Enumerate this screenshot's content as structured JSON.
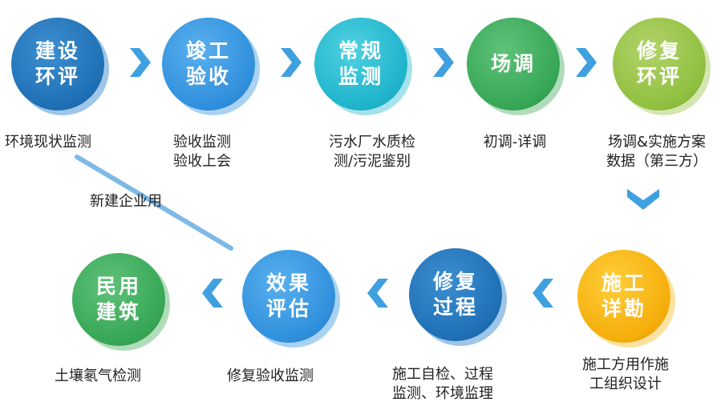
{
  "steps": [
    {
      "id": "s1",
      "title": "建设\n环评",
      "caption": "环境现状监测",
      "colors": {
        "light": "#3d8fd0",
        "base": "#1f6fb5",
        "dark": "#185a95",
        "ring": "#9dc6e8"
      }
    },
    {
      "id": "s2",
      "title": "竣工\n验收",
      "caption": "验收监测\n验收上会",
      "colors": {
        "light": "#5ab0ee",
        "base": "#2f8fdc",
        "dark": "#2174bd",
        "ring": "#a9d2f2"
      }
    },
    {
      "id": "s3",
      "title": "常规\n监测",
      "caption": "污水厂水质检\n测/污泥鉴别",
      "colors": {
        "light": "#4fd1e0",
        "base": "#1fb3cc",
        "dark": "#1597ae",
        "ring": "#a5e2ea"
      }
    },
    {
      "id": "s4",
      "title": "场调",
      "caption": "初调-详调",
      "colors": {
        "light": "#5fc179",
        "base": "#36a655",
        "dark": "#2a8a44",
        "ring": "#b1dcbb"
      }
    },
    {
      "id": "s5",
      "title": "修复\n环评",
      "caption": "场调&实施方案\n数据（第三方）",
      "colors": {
        "light": "#b3d36a",
        "base": "#8fbf3f",
        "dark": "#76a12f",
        "ring": "#d4e6b0"
      }
    },
    {
      "id": "s6",
      "title": "施工\n详勘",
      "caption": "施工方用作施\n工组织设计",
      "colors": {
        "light": "#ffcf3a",
        "base": "#f5ad0a",
        "dark": "#d99100",
        "ring": "#fbe2a0"
      }
    },
    {
      "id": "s7",
      "title": "修复\n过程",
      "caption": "施工自检、过程\n监测、环境监理",
      "colors": {
        "light": "#3d8fd0",
        "base": "#1f6fb5",
        "dark": "#185a95",
        "ring": "#9dc6e8"
      }
    },
    {
      "id": "s8",
      "title": "效果\n评估",
      "caption": "修复验收监测",
      "colors": {
        "light": "#5ab0ee",
        "base": "#2f8fdc",
        "dark": "#2174bd",
        "ring": "#a9d2f2"
      }
    },
    {
      "id": "s9",
      "title": "民用\n建筑",
      "caption": "土壤氡气检测",
      "colors": {
        "light": "#5fc179",
        "base": "#36a655",
        "dark": "#2a8a44",
        "ring": "#b1dcbb"
      }
    }
  ],
  "connector": {
    "label": "新建企业用"
  },
  "arrow_color": "#3fa0e0"
}
